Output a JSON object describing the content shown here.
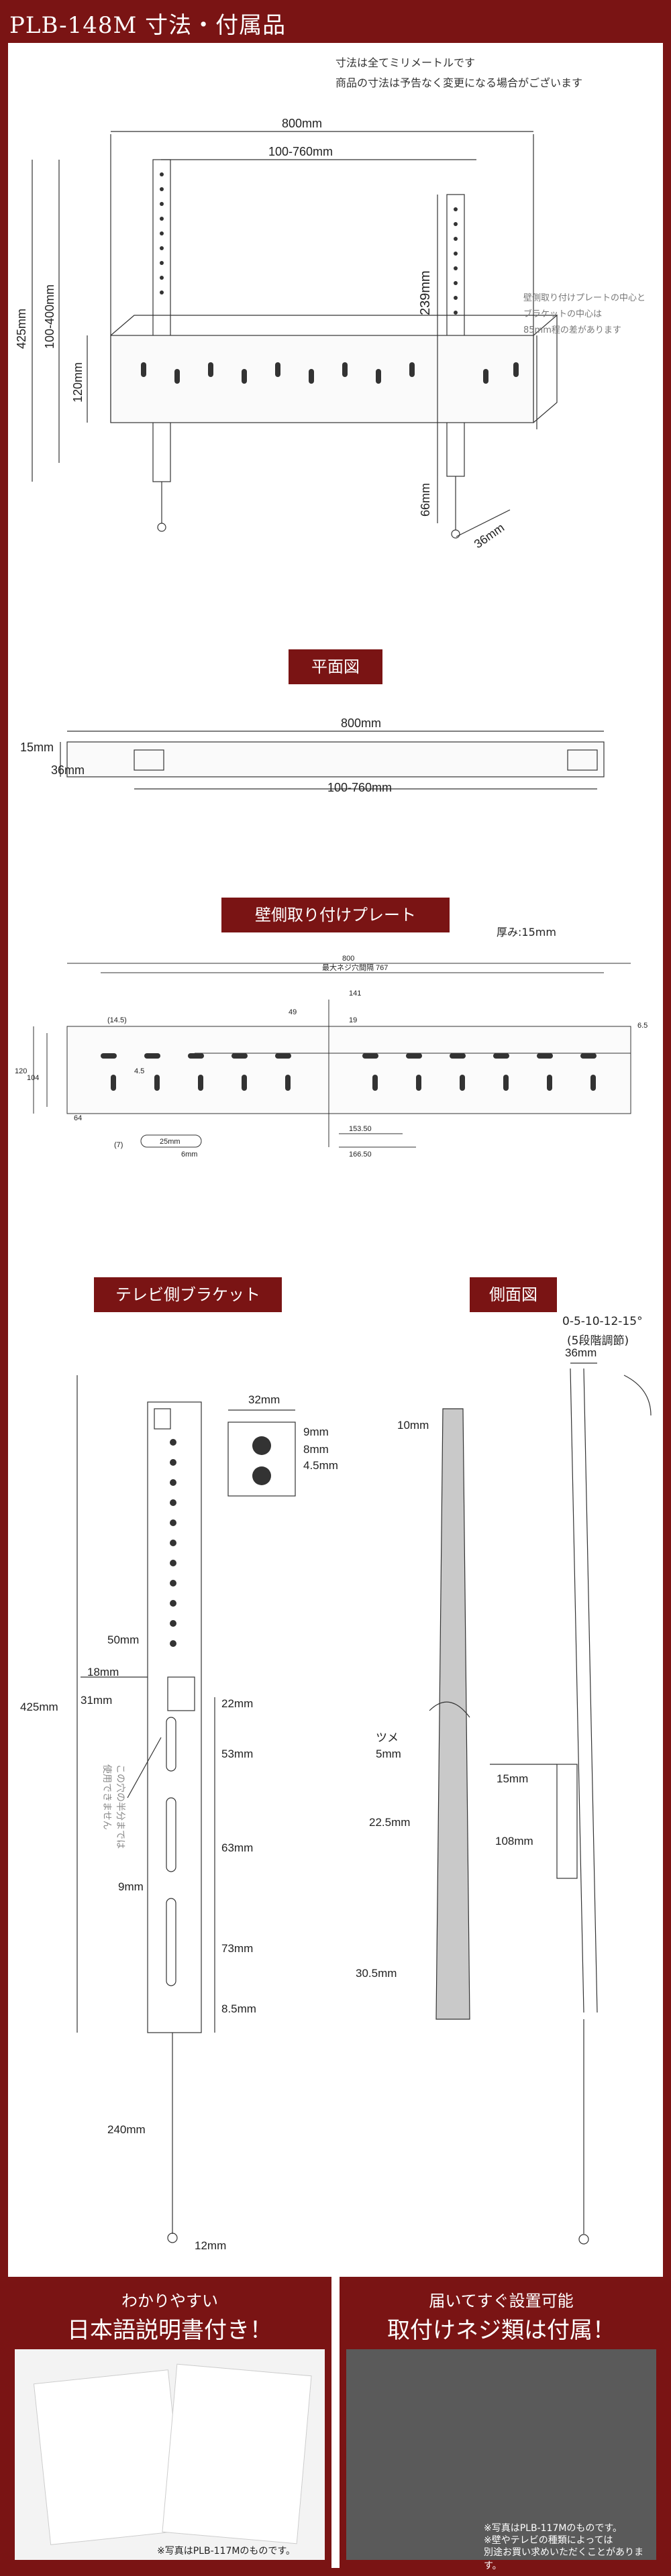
{
  "header": {
    "title": "PLB-148M 寸法・付属品"
  },
  "notes": [
    "寸法は全てミリメートルです",
    "商品の寸法は予告なく変更になる場合がございます"
  ],
  "front_view": {
    "width_total": "800mm",
    "width_range": "100-760mm",
    "height_total": "425mm",
    "height_range": "100-400mm",
    "plate_height": "120mm",
    "bracket_height": "239mm",
    "bottom_offset": "66mm",
    "depth": "36mm",
    "annotation": [
      "壁側取り付けプレートの中心と",
      "ブラケットの中心は",
      "85mm程の差があります"
    ]
  },
  "plan_view": {
    "label": "平面図",
    "width_total": "800mm",
    "width_range": "100-760mm",
    "thickness": "15mm",
    "depth": "36mm"
  },
  "wall_plate": {
    "label": "壁側取り付けプレート",
    "thickness_note": "厚み:15mm",
    "dims": [
      "800",
      "最大ネジ穴間隔 767",
      "141",
      "19",
      "49",
      "153.50",
      "166.50",
      "120",
      "104",
      "(14.5)",
      "(7)",
      "6.5",
      "25mm",
      "6mm",
      "4.5",
      "64"
    ]
  },
  "tv_bracket": {
    "label": "テレビ側ブラケット",
    "width_detail": "32mm",
    "hole_dims": [
      "9mm",
      "8mm",
      "4.5mm"
    ],
    "height_total": "425mm",
    "side_dims": [
      "50mm",
      "18mm",
      "31mm",
      "9mm",
      "240mm"
    ],
    "slot_dims": [
      "22mm",
      "53mm",
      "63mm",
      "73mm",
      "8.5mm",
      "12mm"
    ],
    "hole_note": [
      "この穴の半分までは",
      "使用できません"
    ]
  },
  "side_view": {
    "label": "側面図",
    "tilt": "0-5-10-12-15°",
    "tilt_steps": "(5段階調節)",
    "depth": "36mm",
    "dims": [
      "10mm",
      "ツメ",
      "5mm",
      "22.5mm",
      "30.5mm",
      "15mm",
      "108mm"
    ]
  },
  "manual_box": {
    "line1": "わかりやすい",
    "line2": "日本語説明書付き！",
    "caption": "※写真はPLB-117Mのものです。"
  },
  "screws_box": {
    "line1": "届いてすぐ設置可能",
    "line2": "取付けネジ類は付属！",
    "captions": [
      "※写真はPLB-117Mのものです。",
      "※壁やテレビの種類によっては",
      "別途お買い求めいただくことがあります。"
    ]
  },
  "colors": {
    "accent": "#7a1414",
    "ink": "#222222",
    "bg": "#ffffff"
  }
}
